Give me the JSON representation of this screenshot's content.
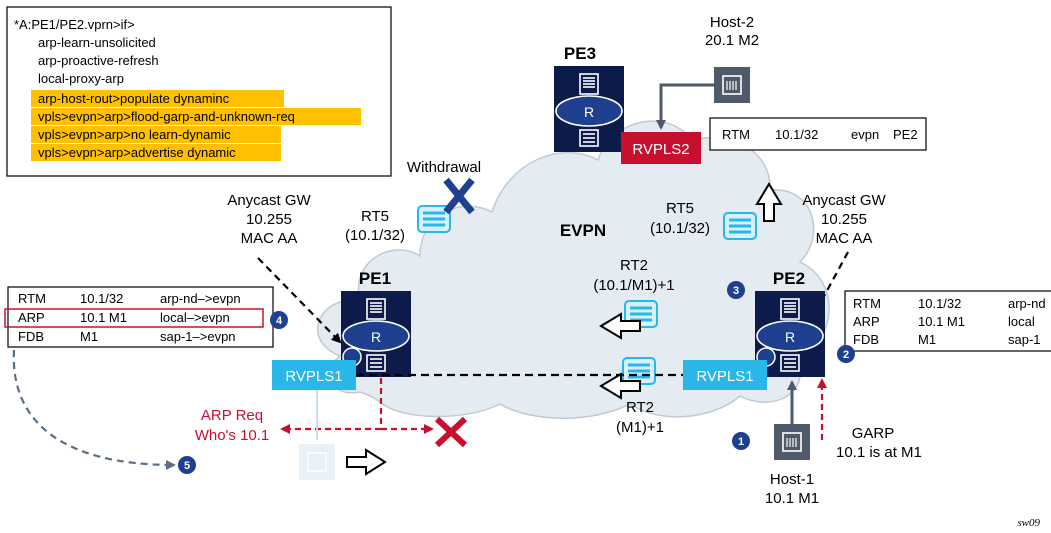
{
  "config_box": {
    "lines": [
      "*A:PE1/PE2.vprn>if>",
      "arp-learn-unsolicited",
      "arp-proactive-refresh",
      "local-proxy-arp",
      "arp-host-rout>populate dynaminc",
      "vpls>evpn>arp>flood-garp-and-unknown-req",
      "vpls>evpn>arp>no learn-dynamic",
      "vpls>evpn>arp>advertise dynamic"
    ],
    "highlight_color": "#FFC000"
  },
  "nodes": {
    "pe3": {
      "label": "PE3",
      "router_letter": "R"
    },
    "pe1": {
      "label": "PE1",
      "router_letter": "R"
    },
    "pe2": {
      "label": "PE2",
      "router_letter": "R"
    }
  },
  "cloud": {
    "label": "EVPN"
  },
  "host2": {
    "name": "Host-2",
    "addr": "20.1 M2"
  },
  "host1": {
    "name": "Host-1",
    "addr": "10.1 M1"
  },
  "rvpls2": {
    "label": "RVPLS2",
    "color": "#C8102E"
  },
  "rvpls1_left": {
    "label": "RVPLS1",
    "color": "#29B6E8"
  },
  "rvpls1_right": {
    "label": "RVPLS1",
    "color": "#29B6E8"
  },
  "rtm_box": {
    "cells": [
      "RTM",
      "10.1/32",
      "evpn",
      "PE2"
    ]
  },
  "left_table": {
    "rows": [
      [
        "RTM",
        "10.1/32",
        "arp-nd–>evpn"
      ],
      [
        "ARP",
        "10.1 M1",
        "local–>evpn"
      ],
      [
        "FDB",
        "M1",
        "sap-1–>evpn"
      ]
    ],
    "highlight_row_color": "#C8102E"
  },
  "right_table": {
    "rows": [
      [
        "RTM",
        "10.1/32",
        "arp-nd"
      ],
      [
        "ARP",
        "10.1 M1",
        "local"
      ],
      [
        "FDB",
        "M1",
        "sap-1"
      ]
    ]
  },
  "anycast_left": [
    "Anycast GW",
    "10.255",
    "MAC AA"
  ],
  "anycast_right": [
    "Anycast GW",
    "10.255",
    "MAC AA"
  ],
  "withdrawal": "Withdrawal",
  "rt5_left": [
    "RT5",
    "(10.1/32)"
  ],
  "rt5_right": [
    "RT5",
    "(10.1/32)"
  ],
  "rt2_top": [
    "RT2",
    "(10.1/M1)+1"
  ],
  "rt2_bottom": [
    "RT2",
    "(M1)+1"
  ],
  "arp_req": [
    "ARP Req",
    "Who's 10.1"
  ],
  "garp": [
    "GARP",
    "10.1 is at M1"
  ],
  "steps": [
    "1",
    "2",
    "3",
    "4",
    "5"
  ],
  "step_color": "#1F3F8F",
  "red_color": "#C8102E",
  "router_fill": "#0D1B4B",
  "router_disc": "#1F3F8F",
  "msg_icon_color": "#29B6E8",
  "footnote": "sw09",
  "icons": [
    "router-icon",
    "host-icon",
    "message-icon",
    "hollow-arrow-icon",
    "x-mark-icon"
  ]
}
